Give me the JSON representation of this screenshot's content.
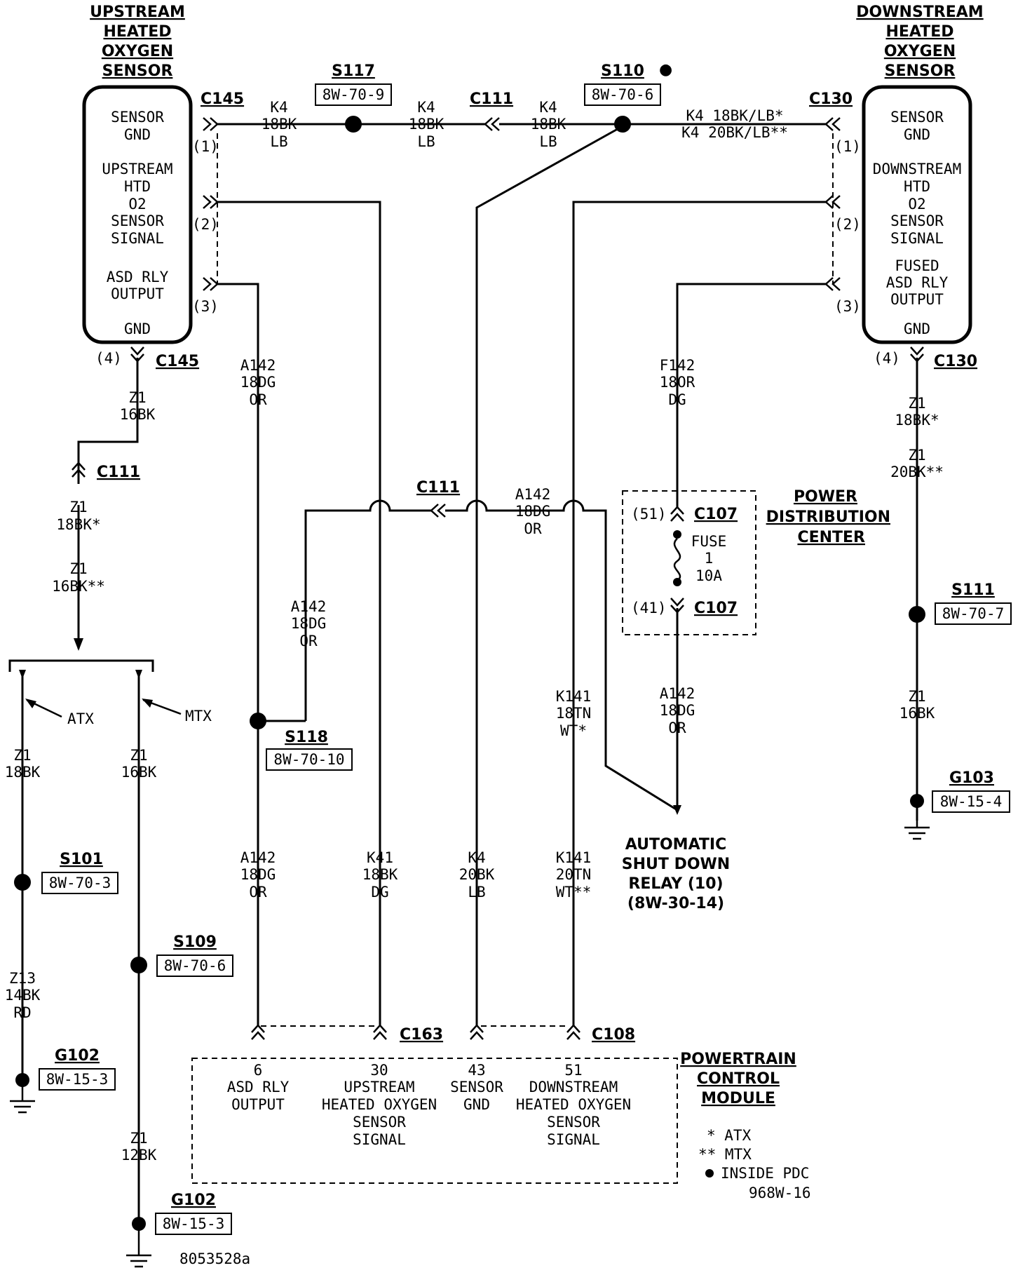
{
  "components": {
    "upstream_title": [
      "UPSTREAM",
      "HEATED",
      "OXYGEN",
      "SENSOR"
    ],
    "upstream_pins": [
      "SENSOR",
      "GND",
      "UPSTREAM",
      "HTD",
      "O2",
      "SENSOR",
      "SIGNAL",
      "ASD RLY",
      "OUTPUT",
      "GND"
    ],
    "downstream_title": [
      "DOWNSTREAM",
      "HEATED",
      "OXYGEN",
      "SENSOR"
    ],
    "downstream_pins": [
      "SENSOR",
      "GND",
      "DOWNSTREAM",
      "HTD",
      "O2",
      "SENSOR",
      "SIGNAL",
      "FUSED",
      "ASD RLY",
      "OUTPUT",
      "GND"
    ],
    "pdc_title": [
      "POWER",
      "DISTRIBUTION",
      "CENTER"
    ],
    "pdc_fuse": [
      "FUSE",
      "1",
      "10A"
    ],
    "asd_relay": [
      "AUTOMATIC",
      "SHUT DOWN",
      "RELAY (10)",
      "(8W-30-14)"
    ],
    "pcm_title": [
      "POWERTRAIN",
      "CONTROL",
      "MODULE"
    ],
    "pcm_pins": [
      [
        "6",
        "ASD RLY",
        "OUTPUT"
      ],
      [
        "30",
        "UPSTREAM",
        "HEATED OXYGEN",
        "SENSOR",
        "SIGNAL"
      ],
      [
        "43",
        "SENSOR",
        "GND"
      ],
      [
        "51",
        "DOWNSTREAM",
        "HEATED OXYGEN",
        "SENSOR",
        "SIGNAL"
      ]
    ]
  },
  "connectors": {
    "c145_top": "C145",
    "c145_bot": "C145",
    "c130_top": "C130",
    "c130_bot": "C130",
    "c111_top": "C111",
    "c111_left": "C111",
    "c111_mid": "C111",
    "c107_top": "C107",
    "c107_bot": "C107",
    "c163": "C163",
    "c108": "C108",
    "pin_1": "(1)",
    "pin_2": "(2)",
    "pin_3": "(3)",
    "pin_4": "(4)",
    "pin_51": "(51)",
    "pin_41": "(41)"
  },
  "splices": {
    "s117": "S117",
    "s117_ref": "8W-70-9",
    "s110": "S110",
    "s110_ref": "8W-70-6",
    "s118": "S118",
    "s118_ref": "8W-70-10",
    "s101": "S101",
    "s101_ref": "8W-70-3",
    "s109": "S109",
    "s109_ref": "8W-70-6",
    "s111": "S111",
    "s111_ref": "8W-70-7"
  },
  "grounds": {
    "g102a": "G102",
    "g102a_ref": "8W-15-3",
    "g102b": "G102",
    "g102b_ref": "8W-15-3",
    "g103": "G103",
    "g103_ref": "8W-15-4"
  },
  "wires": {
    "k4_a": [
      "K4",
      "18BK",
      "LB"
    ],
    "k4_b": [
      "K4",
      "18BK",
      "LB"
    ],
    "k4_c": [
      "K4",
      "18BK",
      "LB"
    ],
    "k4_d": [
      "K4  18BK/LB*",
      "K4  20BK/LB**"
    ],
    "a142_s": [
      "A142",
      "18DG",
      "OR"
    ],
    "a142_l": [
      "A142",
      "18DG",
      "OR"
    ],
    "a142_h": [
      "A142",
      "18DG",
      "OR"
    ],
    "f142": [
      "F142",
      "18OR",
      "DG"
    ],
    "a142_r": [
      "A142",
      "18DG",
      "OR"
    ],
    "k141_a": [
      "K141",
      "18TN",
      "WT*"
    ],
    "z1_a": [
      "Z1",
      "16BK"
    ],
    "z1_b": [
      "Z1",
      "18BK*"
    ],
    "z1_c": [
      "Z1",
      "16BK**"
    ],
    "z1_atx": [
      "Z1",
      "18BK"
    ],
    "z1_mtx": [
      "Z1",
      "16BK"
    ],
    "z13": [
      "Z13",
      "14BK",
      "RD"
    ],
    "z1_12": [
      "Z1",
      "12BK"
    ],
    "z1_r1": [
      "Z1",
      "18BK*"
    ],
    "z1_r2": [
      "Z1",
      "20BK**"
    ],
    "z1_r3": [
      "Z1",
      "16BK"
    ],
    "pcm_a142": [
      "A142",
      "18DG",
      "OR"
    ],
    "pcm_k41": [
      "K41",
      "18BK",
      "DG"
    ],
    "pcm_k4": [
      "K4",
      "20BK",
      "LB"
    ],
    "pcm_k141": [
      "K141",
      "20TN",
      "WT**"
    ]
  },
  "labels": {
    "atx": "ATX",
    "mtx": "MTX"
  },
  "legend": [
    "*  ATX",
    "** MTX",
    "INSIDE PDC",
    "968W-16"
  ],
  "figure_id": "8053528a",
  "s110_mark": "●"
}
